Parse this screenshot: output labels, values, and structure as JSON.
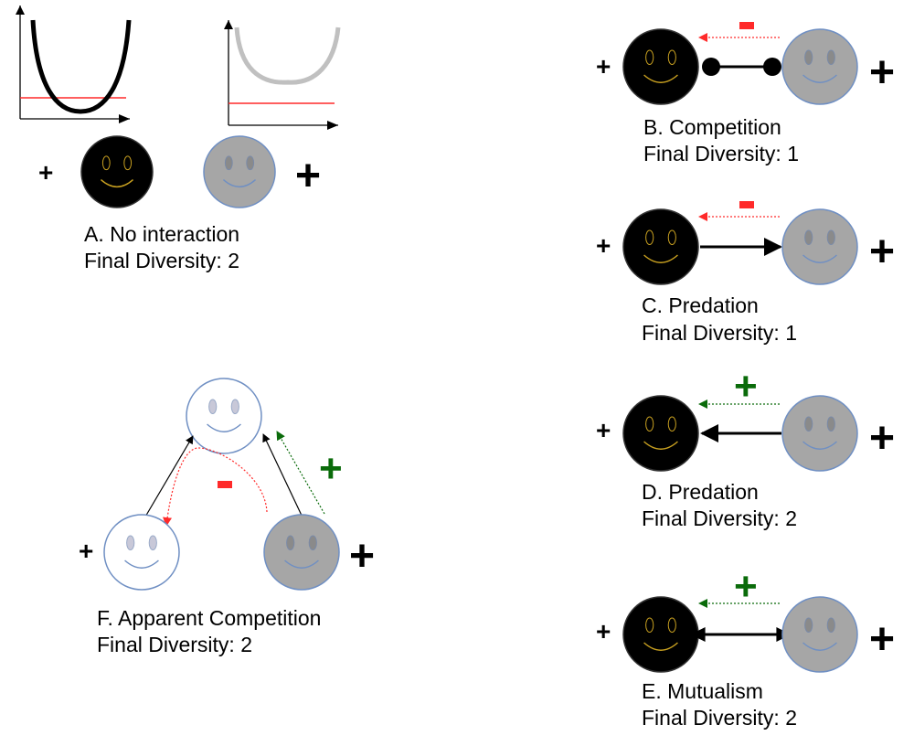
{
  "colors": {
    "dark_species": "#000000",
    "gray_species": "#a6a6a6",
    "light_species": "#ffffff",
    "outline": "#6f8fc3",
    "positive": "#0a6b0a",
    "negative": "#ff2a2a",
    "eye": "#a6a6a6",
    "dark_face_features": "#c8a020"
  },
  "symbols": {
    "plus": "+"
  },
  "panels": {
    "a": {
      "title": "A. No interaction",
      "diversity": "Final Diversity: 2"
    },
    "b": {
      "title": "B. Competition",
      "diversity": "Final Diversity: 1"
    },
    "c": {
      "title": "C. Predation",
      "diversity": "Final Diversity: 1"
    },
    "d": {
      "title": "D. Predation",
      "diversity": "Final Diversity: 2"
    },
    "e": {
      "title": "E. Mutualism",
      "diversity": "Final Diversity: 2"
    },
    "f": {
      "title": "F. Apparent Competition",
      "diversity": "Final Diversity: 2"
    }
  }
}
